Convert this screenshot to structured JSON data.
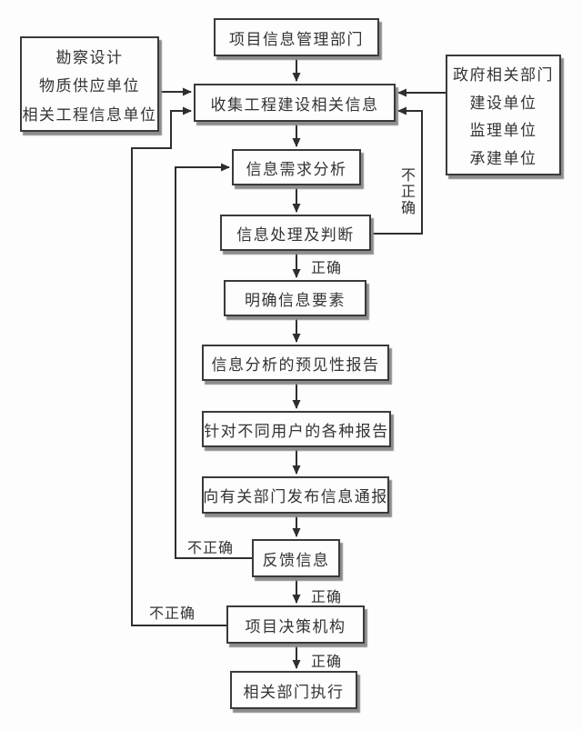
{
  "diagram": {
    "nodes": {
      "project_info_dept": "项目信息管理部门",
      "left_sources": [
        "勘察设计",
        "物质供应单位",
        "相关工程信息单位"
      ],
      "right_sources": [
        "政府相关部门",
        "建设单位",
        "监理单位",
        "承建单位"
      ],
      "collect_info": "收集工程建设相关信息",
      "demand_analysis": "信息需求分析",
      "process_judge": "信息处理及判断",
      "clarify_elements": "明确信息要素",
      "forecast_report": "信息分析的预见性报告",
      "user_reports": "针对不同用户的各种报告",
      "notify_departments": "向有关部门发布信息通报",
      "feedback_info": "反馈信息",
      "decision_body": "项目决策机构",
      "execute_departments": "相关部门执行"
    },
    "edge_labels": {
      "correct": "正确",
      "incorrect": "不正确"
    },
    "colors": {
      "box_border": "#3a3a3a",
      "box_background": "#fdfdfd",
      "box_shadow": "#8c8c8c",
      "line": "#2e2e2e",
      "text": "#333333",
      "page_background": "#fdfdfd"
    }
  }
}
